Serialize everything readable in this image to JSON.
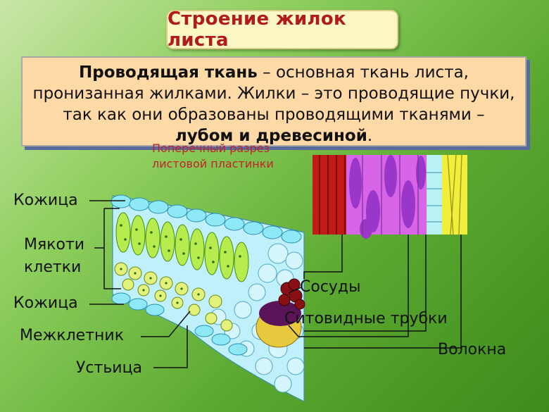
{
  "title": "Строение жилок листа",
  "info": {
    "term": "Проводящая ткань",
    "part1": " – основная ткань листа, пронизанная жилками. Жилки – это проводящие пучки, так как они образованы проводящими тканями – ",
    "bold_end": "лубом и древесиной",
    "end": "."
  },
  "section_label_line1": "Поперечный разрез",
  "section_label_line2": "листовой пластинки",
  "labels": {
    "epidermis_top": "Кожица",
    "mesophyll_line1": "Мякоти",
    "mesophyll_line2": "клетки",
    "epidermis_bottom": "Кожица",
    "intercellular": "Межклетник",
    "stomata": "Устьица",
    "vessels": "Сосуды",
    "sieve_tubes": "Ситовидные трубки",
    "fibers": "Волокна"
  },
  "colors": {
    "title": "#b01c1c",
    "epidermis": "#a8eef7",
    "palisade": "#b6ec4e",
    "spongy": "#dff06a",
    "vessel": "#8a0f12",
    "sieve": "#5c1458",
    "parenchyma": "#c9f0fb"
  }
}
